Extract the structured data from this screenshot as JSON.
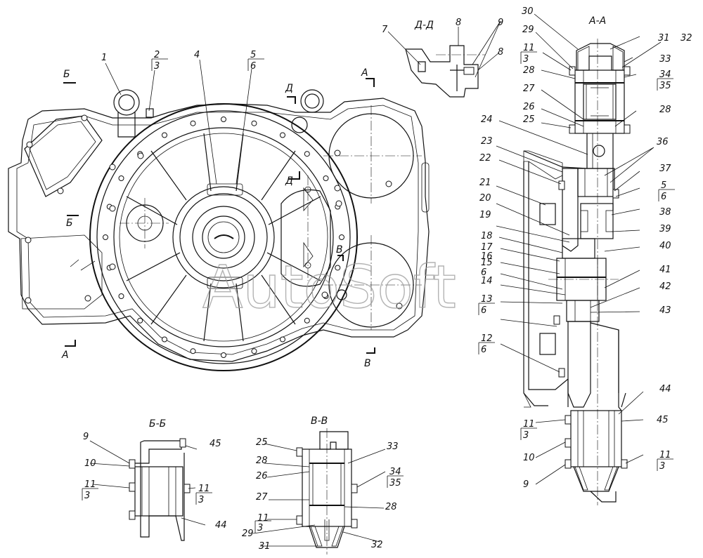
{
  "watermark": "AutoSoft",
  "callouts": [
    {
      "id": "c1",
      "text": "1"
    },
    {
      "id": "c2",
      "text": "2"
    },
    {
      "id": "c2q",
      "text": "3"
    },
    {
      "id": "c4",
      "text": "4"
    },
    {
      "id": "c5",
      "text": "5"
    },
    {
      "id": "c5q",
      "text": "6"
    },
    {
      "id": "c7",
      "text": "7"
    },
    {
      "id": "c8a",
      "text": "8"
    },
    {
      "id": "c9a",
      "text": "9"
    },
    {
      "id": "c8b",
      "text": "8"
    },
    {
      "id": "c30",
      "text": "30"
    },
    {
      "id": "c29",
      "text": "29"
    },
    {
      "id": "c11a",
      "text": "11"
    },
    {
      "id": "c11aq",
      "text": "3"
    },
    {
      "id": "c28a",
      "text": "28"
    },
    {
      "id": "c27",
      "text": "27"
    },
    {
      "id": "c26",
      "text": "26"
    },
    {
      "id": "c25",
      "text": "25"
    },
    {
      "id": "c24",
      "text": "24"
    },
    {
      "id": "c23",
      "text": "23"
    },
    {
      "id": "c22",
      "text": "22"
    },
    {
      "id": "c21",
      "text": "21"
    },
    {
      "id": "c20",
      "text": "20"
    },
    {
      "id": "c19",
      "text": "19"
    },
    {
      "id": "c18",
      "text": "18"
    },
    {
      "id": "c17",
      "text": "17"
    },
    {
      "id": "c16",
      "text": "16"
    },
    {
      "id": "c15",
      "text": "15"
    },
    {
      "id": "c6",
      "text": "6"
    },
    {
      "id": "c14",
      "text": "14"
    },
    {
      "id": "c13",
      "text": "13"
    },
    {
      "id": "c13q",
      "text": "6"
    },
    {
      "id": "c12",
      "text": "12"
    },
    {
      "id": "c12q",
      "text": "6"
    },
    {
      "id": "c31",
      "text": "31"
    },
    {
      "id": "c32",
      "text": "32"
    },
    {
      "id": "c33",
      "text": "33"
    },
    {
      "id": "c34",
      "text": "34"
    },
    {
      "id": "c35",
      "text": "35"
    },
    {
      "id": "c28b",
      "text": "28"
    },
    {
      "id": "c36",
      "text": "36"
    },
    {
      "id": "c37",
      "text": "37"
    },
    {
      "id": "c5b",
      "text": "5"
    },
    {
      "id": "c5bq",
      "text": "6"
    },
    {
      "id": "c38",
      "text": "38"
    },
    {
      "id": "c39",
      "text": "39"
    },
    {
      "id": "c40",
      "text": "40"
    },
    {
      "id": "c41",
      "text": "41"
    },
    {
      "id": "c42",
      "text": "42"
    },
    {
      "id": "c43",
      "text": "43"
    },
    {
      "id": "c44",
      "text": "44"
    },
    {
      "id": "c45",
      "text": "45"
    },
    {
      "id": "c11b",
      "text": "11"
    },
    {
      "id": "c11bq",
      "text": "3"
    },
    {
      "id": "c10",
      "text": "10"
    },
    {
      "id": "c9b",
      "text": "9"
    },
    {
      "id": "c11c",
      "text": "11"
    },
    {
      "id": "c11cq",
      "text": "3"
    },
    {
      "id": "bb9",
      "text": "9"
    },
    {
      "id": "bb10",
      "text": "10"
    },
    {
      "id": "bb11",
      "text": "11"
    },
    {
      "id": "bb11q",
      "text": "3"
    },
    {
      "id": "bb45",
      "text": "45"
    },
    {
      "id": "bb11r",
      "text": "11"
    },
    {
      "id": "bb11rq",
      "text": "3"
    },
    {
      "id": "bb44",
      "text": "44"
    },
    {
      "id": "vv25",
      "text": "25"
    },
    {
      "id": "vv28",
      "text": "28"
    },
    {
      "id": "vv26",
      "text": "26"
    },
    {
      "id": "vv27",
      "text": "27"
    },
    {
      "id": "vv11",
      "text": "11"
    },
    {
      "id": "vv11q",
      "text": "3"
    },
    {
      "id": "vv29",
      "text": "29"
    },
    {
      "id": "vv31",
      "text": "31"
    },
    {
      "id": "vv33",
      "text": "33"
    },
    {
      "id": "vv34",
      "text": "34"
    },
    {
      "id": "vv35",
      "text": "35"
    },
    {
      "id": "vv28b",
      "text": "28"
    },
    {
      "id": "vv32",
      "text": "32"
    }
  ],
  "section_marks": [
    {
      "id": "sB1",
      "text": "Б"
    },
    {
      "id": "sB2",
      "text": "Б"
    },
    {
      "id": "sA1",
      "text": "А"
    },
    {
      "id": "sA2",
      "text": "А"
    },
    {
      "id": "sD1",
      "text": "Д"
    },
    {
      "id": "sD2",
      "text": "Д"
    },
    {
      "id": "sV1",
      "text": "В"
    },
    {
      "id": "sV2",
      "text": "В"
    }
  ],
  "section_titles": [
    {
      "id": "tDD",
      "text": "Д-Д"
    },
    {
      "id": "tAA",
      "text": "А-А"
    },
    {
      "id": "tBB",
      "text": "Б-Б"
    },
    {
      "id": "tVV",
      "text": "В-В"
    }
  ]
}
